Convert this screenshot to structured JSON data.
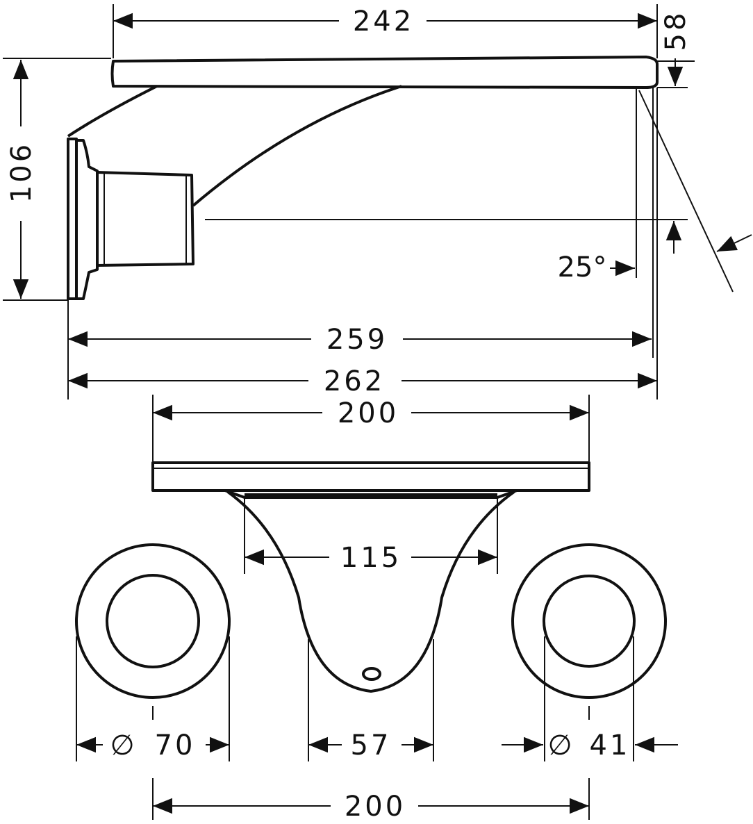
{
  "diagram": {
    "type": "technical-dimension-drawing",
    "views": [
      "side-view",
      "front-view"
    ],
    "dimensions": {
      "side_top_length": "242",
      "side_plate_thickness": "58",
      "side_height": "106",
      "side_angle": "25°",
      "side_length_inner": "259",
      "side_length_total": "262",
      "front_plate_width": "200",
      "front_bracket_width": "115",
      "front_rosette_diameter": "70",
      "front_spout_base_width": "57",
      "front_handle_diameter": "41",
      "front_centre_distance": "200",
      "diameter_symbol": "∅"
    }
  }
}
